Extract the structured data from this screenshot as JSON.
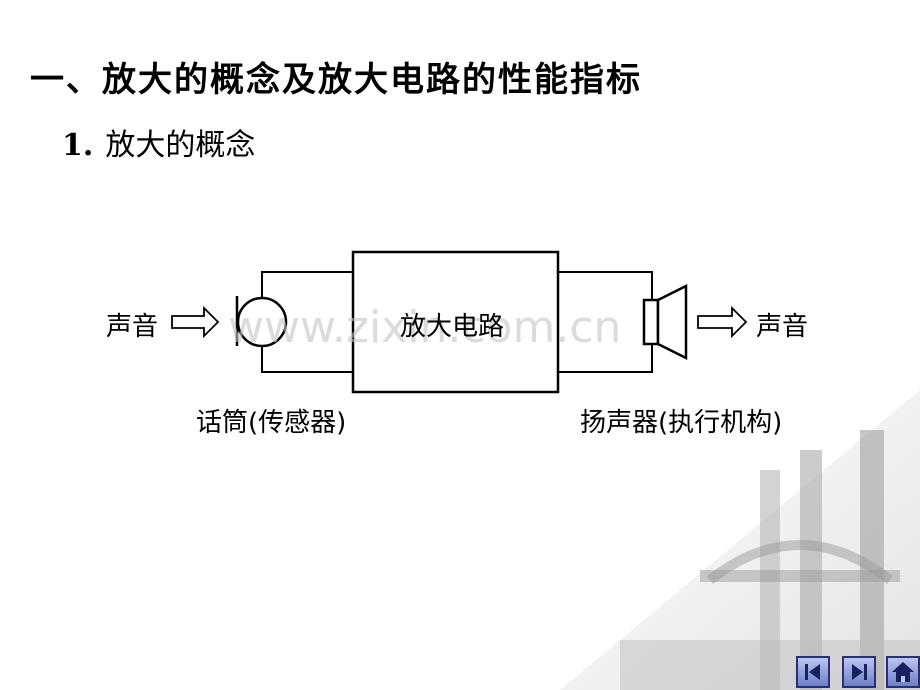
{
  "heading": "一、放大的概念及放大电路的性能指标",
  "subheading": {
    "number": "1.",
    "text": "放大的概念"
  },
  "diagram": {
    "input_sound": "声音",
    "output_sound": "声音",
    "block_label": "放大电路",
    "microphone_caption": "话筒(传感器)",
    "speaker_caption": "扬声器(执行机构)"
  },
  "watermark": "www.zixin.com.cn",
  "nav": {
    "prev_icon": "prev-slide-icon",
    "next_icon": "next-slide-icon",
    "home_icon": "home-icon"
  }
}
